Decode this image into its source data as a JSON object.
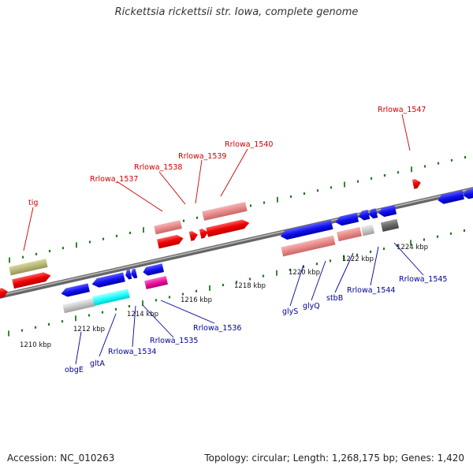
{
  "title": "Rickettsia rickettsii str. Iowa, complete genome",
  "footer": {
    "accession": "Accession: NC_010263",
    "topology": "Topology: circular; Length: 1,268,175 bp; Genes: 1,420"
  },
  "colors": {
    "forward_label": "#cc0000",
    "reverse_label": "#000099",
    "tick": "#227722",
    "axis": "#888888"
  },
  "kbp_labels": [
    "1210 kbp",
    "1212 kbp",
    "1214 kbp",
    "1216 kbp",
    "1218 kbp",
    "1220 kbp",
    "1222 kbp",
    "1224 kbp"
  ],
  "forward_genes": [
    "tig",
    "Rrlowa_1537",
    "Rrlowa_1538",
    "Rrlowa_1539",
    "Rrlowa_1540",
    "Rrlowa_1547"
  ],
  "reverse_genes": [
    "obgE",
    "gltA",
    "Rrlowa_1534",
    "Rrlowa_1535",
    "Rrlowa_1536",
    "glyS",
    "glyQ",
    "stbB",
    "Rrlowa_1544",
    "Rrlowa_1545"
  ]
}
